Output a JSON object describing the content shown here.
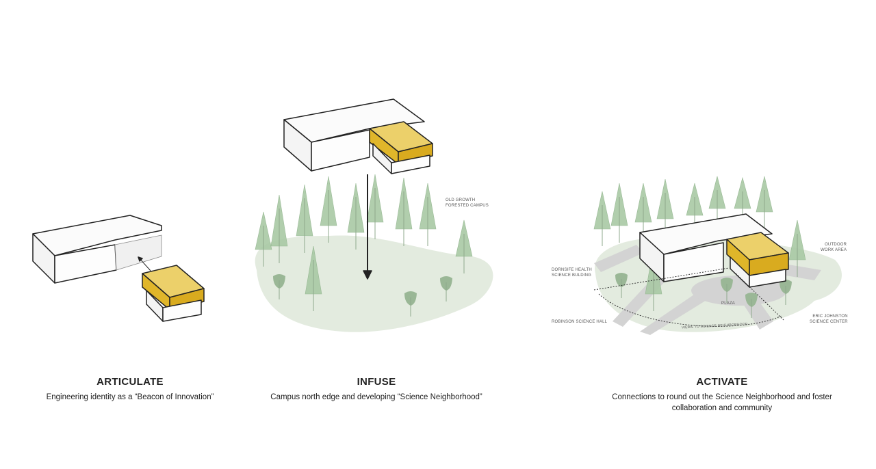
{
  "panels": [
    {
      "title": "ARTICULATE",
      "subtitle": "Engineering identity as a “Beacon of Innovation”"
    },
    {
      "title": "INFUSE",
      "subtitle": "Campus north edge and developing “Science Neighborhood”"
    },
    {
      "title": "ACTIVATE",
      "subtitle": "Connections to round out the Science Neighborhood and foster collaboration and community"
    }
  ],
  "labels": {
    "old_growth": "OLD GROWTH",
    "forested_campus": "FORESTED CAMPUS",
    "outdoor": "OUTDOOR",
    "work_area": "WORK AREA",
    "dornsife1": "DORNSIFE HEALTH",
    "dornsife2": "SCIENCE BULDING",
    "plaza": "PLAZA",
    "robinson": "ROBINSON SCIENCE HALL",
    "eric1": "ERIC JOHNSTON",
    "eric2": "SCIENCE CENTER",
    "views": "VIEWS TO SCIENCE NEIGHBORHOOD"
  },
  "colors": {
    "yellow": "#e0b62a",
    "yellow_top": "#ecd06a",
    "tree": "#a9c9a5",
    "ground": "#e3ebdf",
    "path": "#d3d3d3"
  }
}
